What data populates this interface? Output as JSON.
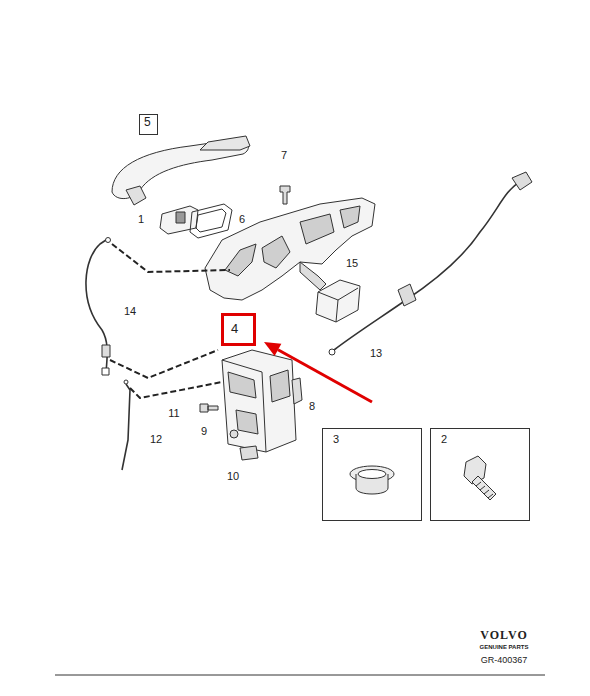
{
  "diagram": {
    "nodes": [
      {
        "text": [
          "5"
        ]
      },
      {
        "text": [
          "4"
        ]
      },
      {
        "text": [
          "3"
        ]
      },
      {
        "text": [
          "2"
        ]
      }
    ],
    "labels": [
      "7",
      "1",
      "6",
      "15",
      "14",
      "13",
      "11",
      "8",
      "9",
      "12",
      "10",
      "VOLVO",
      "GENUINE PARTS",
      "GR-400367"
    ]
  }
}
